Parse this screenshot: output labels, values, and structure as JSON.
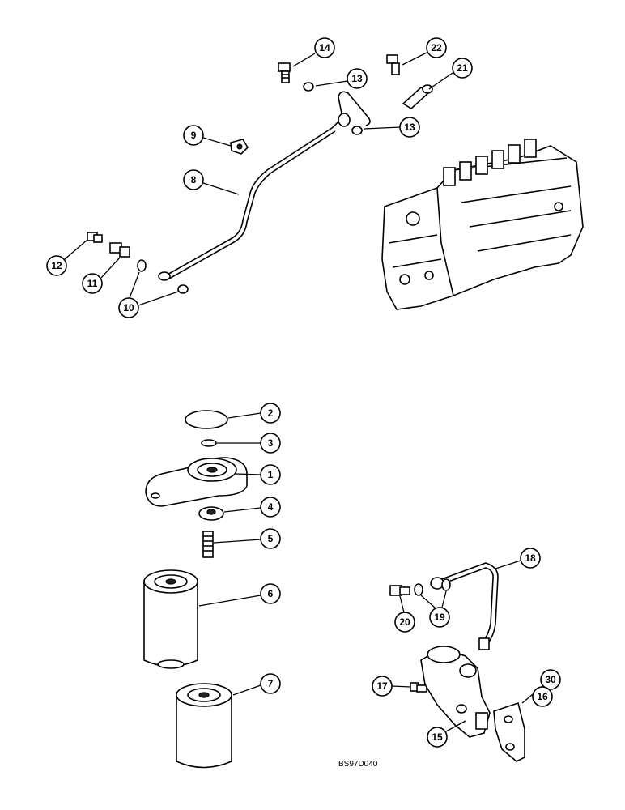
{
  "callouts": [
    {
      "id": "14",
      "label": "14"
    },
    {
      "id": "22",
      "label": "22"
    },
    {
      "id": "21",
      "label": "21"
    },
    {
      "id": "13a",
      "label": "13"
    },
    {
      "id": "13b",
      "label": "13"
    },
    {
      "id": "9",
      "label": "9"
    },
    {
      "id": "8",
      "label": "8"
    },
    {
      "id": "12",
      "label": "12"
    },
    {
      "id": "11",
      "label": "11"
    },
    {
      "id": "10",
      "label": "10"
    },
    {
      "id": "2",
      "label": "2"
    },
    {
      "id": "3",
      "label": "3"
    },
    {
      "id": "1",
      "label": "1"
    },
    {
      "id": "4",
      "label": "4"
    },
    {
      "id": "5",
      "label": "5"
    },
    {
      "id": "6",
      "label": "6"
    },
    {
      "id": "7",
      "label": "7"
    },
    {
      "id": "18",
      "label": "18"
    },
    {
      "id": "20",
      "label": "20"
    },
    {
      "id": "19",
      "label": "19"
    },
    {
      "id": "17",
      "label": "17"
    },
    {
      "id": "30",
      "label": "30"
    },
    {
      "id": "16",
      "label": "16"
    },
    {
      "id": "15",
      "label": "15"
    }
  ],
  "figure_code": "BS97D040"
}
